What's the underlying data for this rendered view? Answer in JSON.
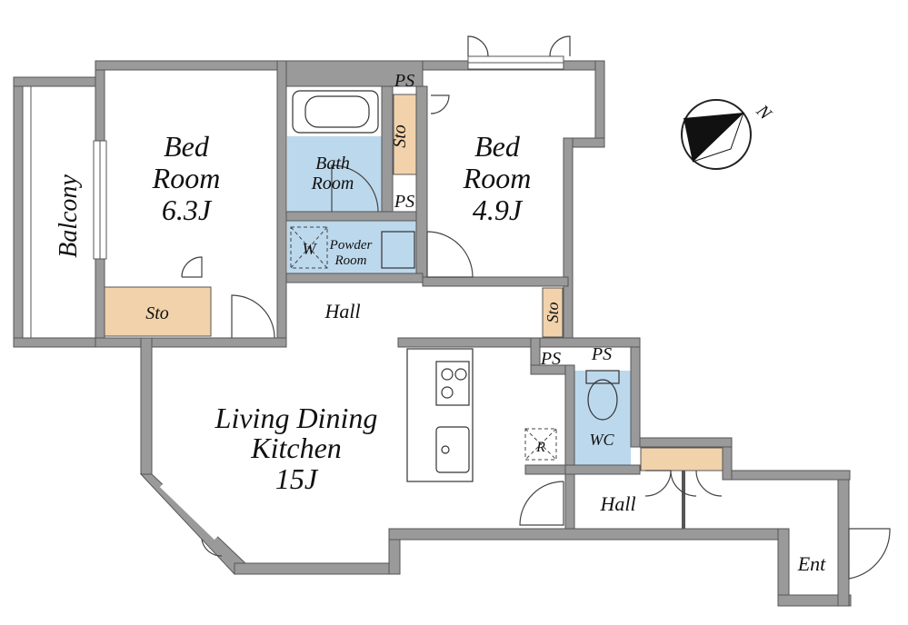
{
  "labels": {
    "balcony": "Balcony",
    "bed1_name": "Bed",
    "bed1_room": "Room",
    "bed1_size": "6.3J",
    "bed2_name": "Bed",
    "bed2_room": "Room",
    "bed2_size": "4.9J",
    "bath_line1": "Bath",
    "bath_line2": "Room",
    "powder_line1": "Powder",
    "powder_line2": "Room",
    "washer_mark": "W",
    "sto_vertical_top": "Sto",
    "sto_left": "Sto",
    "sto_right": "Sto",
    "ps_top": "PS",
    "ps_bath": "PS",
    "ps_mid1": "PS",
    "ps_mid2": "PS",
    "hall_upper": "Hall",
    "hall_lower": "Hall",
    "ldk_line1": "Living Dining",
    "ldk_line2": "Kitchen",
    "ldk_size": "15J",
    "fridge_mark": "R",
    "wc": "WC",
    "entrance": "Ent",
    "compass_north": "N"
  },
  "colors": {
    "wall": "#9a9a9a",
    "wet_area": "#bcd8ec",
    "storage": "#f1d2ab",
    "background": "#ffffff"
  }
}
